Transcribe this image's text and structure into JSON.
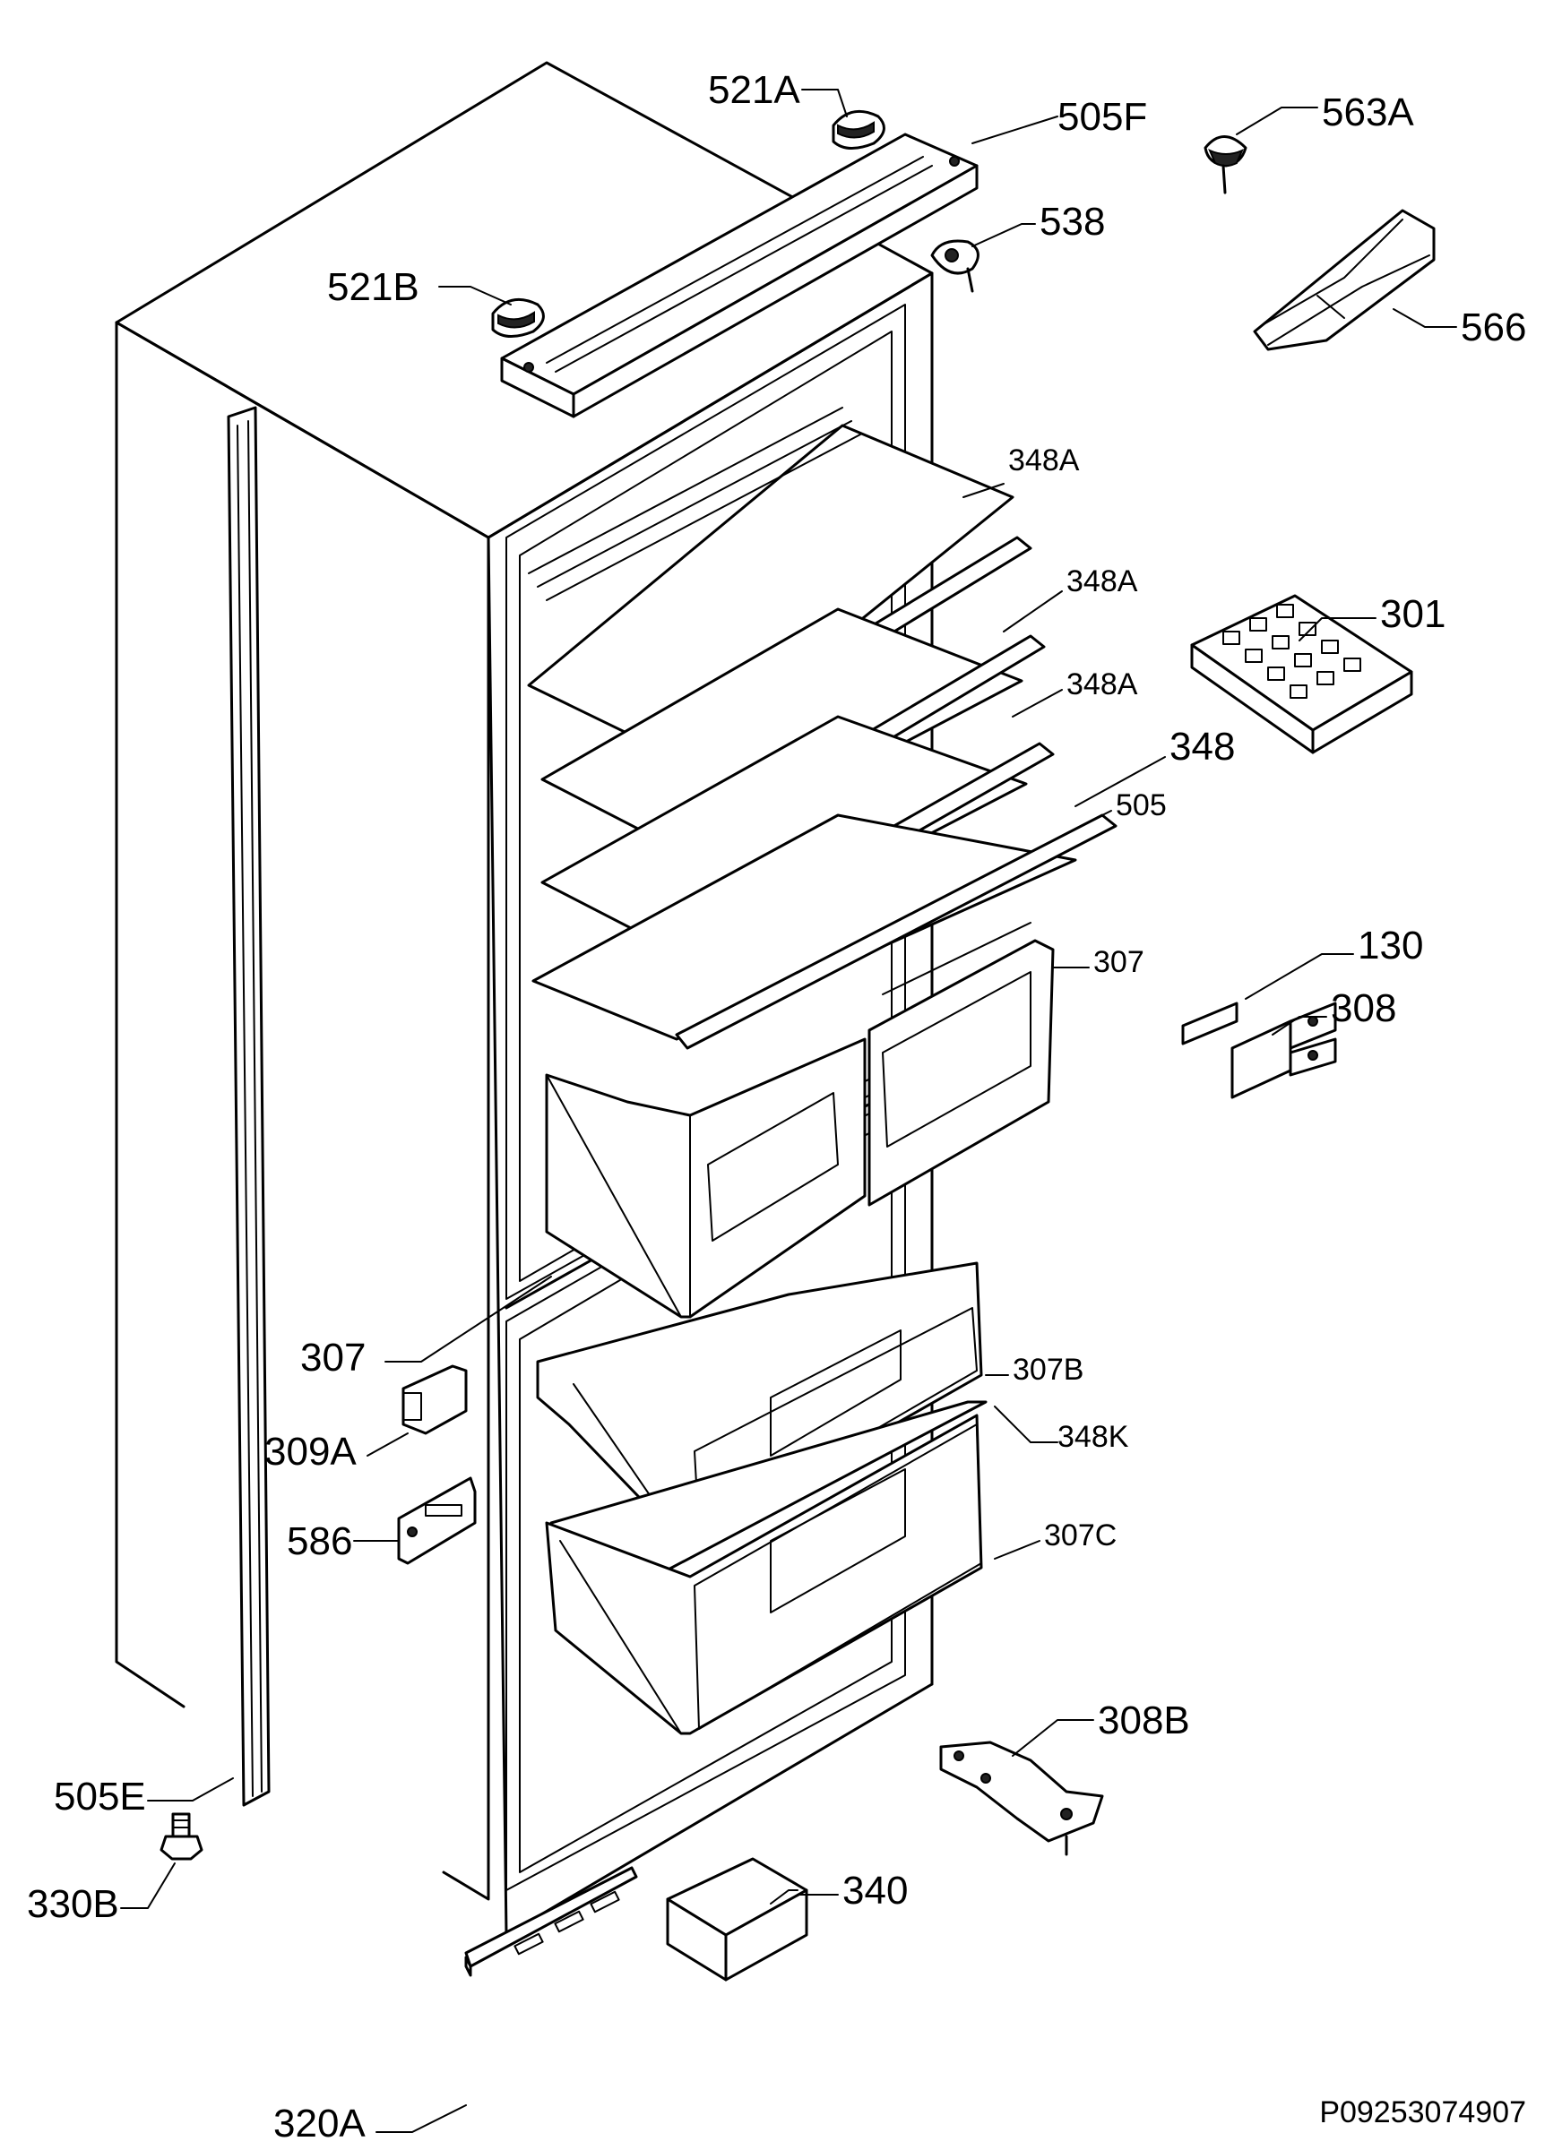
{
  "labels": {
    "l521A": "521A",
    "l505F": "505F",
    "l563A": "563A",
    "l538": "538",
    "l521B": "521B",
    "l566": "566",
    "l348A_1": "348A",
    "l348A_2": "348A",
    "l348A_3": "348A",
    "l301": "301",
    "l348": "348",
    "l505": "505",
    "l307_top": "307",
    "l130": "130",
    "l308": "308",
    "l307_left": "307",
    "l307B": "307B",
    "l309A": "309A",
    "l348K": "348K",
    "l586": "586",
    "l307C": "307C",
    "l308B": "308B",
    "l505E": "505E",
    "l330B": "330B",
    "l340": "340",
    "l320A": "320A"
  },
  "drawing_code": "P09253074907"
}
